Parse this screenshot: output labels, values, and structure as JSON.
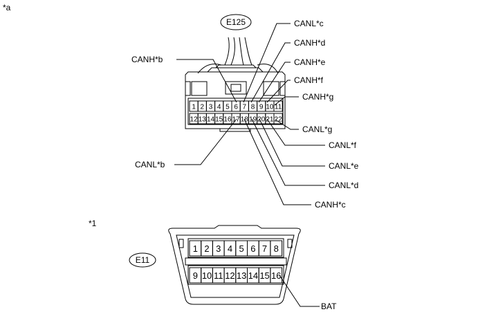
{
  "corner_label_a": "*a",
  "corner_label_1": "*1",
  "connector_top": {
    "id": "E125",
    "row1_pins": [
      "1",
      "2",
      "3",
      "4",
      "5",
      "6",
      "7",
      "8",
      "9",
      "10",
      "11"
    ],
    "row2_pins": [
      "12",
      "13",
      "14",
      "15",
      "16",
      "17",
      "18",
      "19",
      "20",
      "21",
      "22"
    ]
  },
  "callouts": {
    "canh_b": "CANH*b",
    "canl_c": "CANL*c",
    "canh_d": "CANH*d",
    "canh_e": "CANH*e",
    "canh_f": "CANH*f",
    "canh_g": "CANH*g",
    "canl_g": "CANL*g",
    "canl_f": "CANL*f",
    "canl_b": "CANL*b",
    "canl_e": "CANL*e",
    "canl_d": "CANL*d",
    "canh_c": "CANH*c"
  },
  "connector_bottom": {
    "id": "E11",
    "row1_pins": [
      "1",
      "2",
      "3",
      "4",
      "5",
      "6",
      "7",
      "8"
    ],
    "row2_pins": [
      "9",
      "10",
      "11",
      "12",
      "13",
      "14",
      "15",
      "16"
    ],
    "bat_label": "BAT"
  }
}
